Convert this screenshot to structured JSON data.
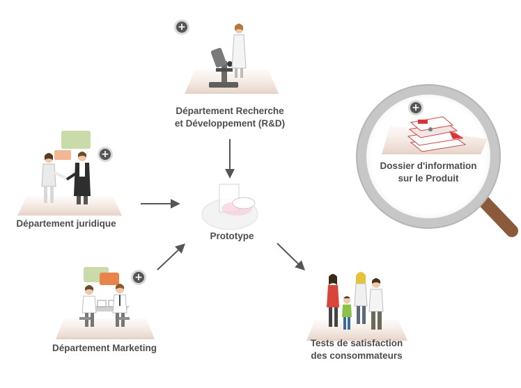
{
  "nodes": {
    "rd": {
      "line1": "Département Recherche",
      "line2": "et Développement (R&D)"
    },
    "legal": {
      "label": "Département juridique"
    },
    "marketing": {
      "label": "Département Marketing"
    },
    "prototype": {
      "label": "Prototype"
    },
    "tests": {
      "line1": "Tests de satisfaction",
      "line2": "des consommateurs"
    },
    "dossier": {
      "line1": "Dossier d'information",
      "line2": "sur le Produit"
    }
  },
  "icons": {
    "expand": "plus-icon",
    "expand_glyph": "+"
  },
  "colors": {
    "label_text": "#4d4d4d",
    "floor": "#ecdcd2",
    "arrow": "#555555",
    "magnifier_rim": "#c7c7c7",
    "magnifier_handle": "#8a5a3b",
    "bubble_green": "#c8dba8",
    "bubble_orange": "#e8844a"
  }
}
